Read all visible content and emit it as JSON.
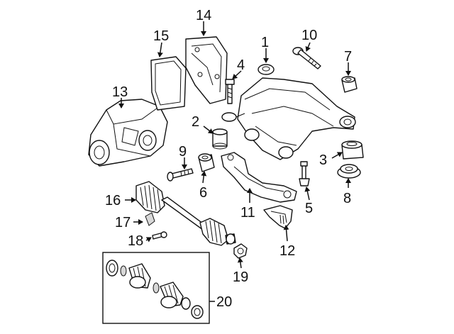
{
  "diagram": {
    "type": "exploded parts diagram",
    "colors": {
      "line": "#111111",
      "background": "#ffffff",
      "shade": "#d8d8d8"
    },
    "callouts": [
      "1",
      "2",
      "3",
      "4",
      "5",
      "6",
      "7",
      "8",
      "9",
      "10",
      "11",
      "12",
      "13",
      "14",
      "15",
      "16",
      "17",
      "18",
      "19",
      "20"
    ]
  }
}
